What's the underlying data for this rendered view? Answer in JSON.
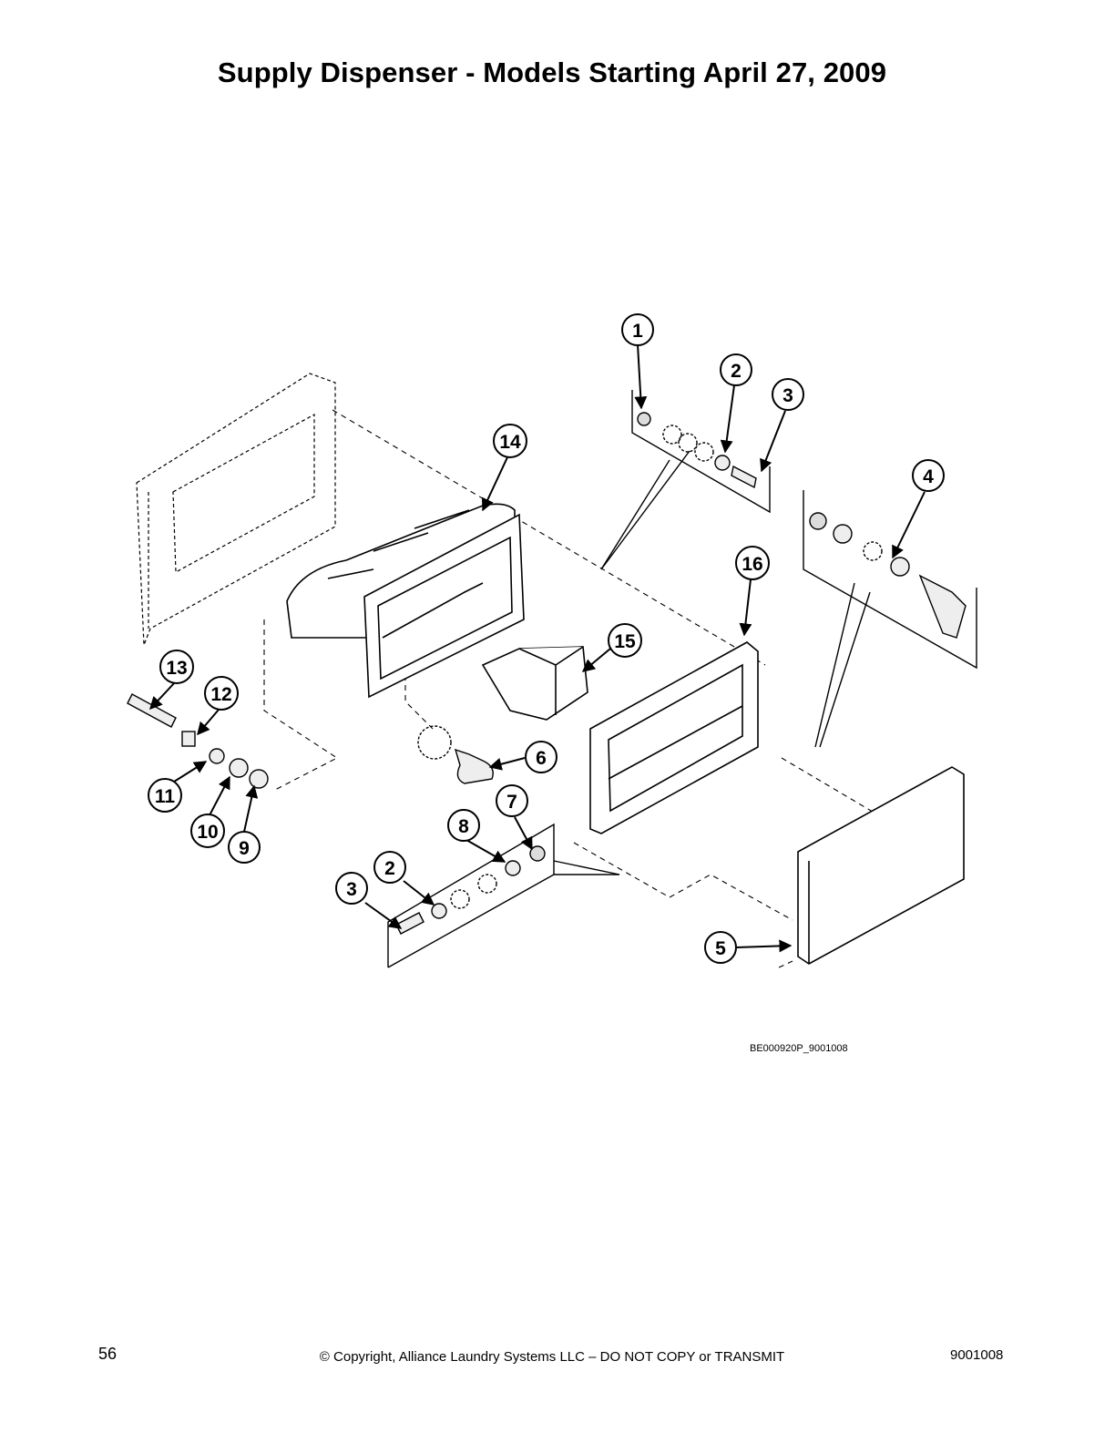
{
  "title": "Supply Dispenser - Models Starting April 27, 2009",
  "drawing_id": "BE000920P_9001008",
  "footer": {
    "page_number": "56",
    "copyright": "© Copyright, Alliance Laundry Systems LLC – DO NOT COPY or TRANSMIT",
    "document_number": "9001008"
  },
  "callouts": [
    {
      "label": "1"
    },
    {
      "label": "2"
    },
    {
      "label": "3"
    },
    {
      "label": "14"
    },
    {
      "label": "4"
    },
    {
      "label": "16"
    },
    {
      "label": "15"
    },
    {
      "label": "13"
    },
    {
      "label": "12"
    },
    {
      "label": "11"
    },
    {
      "label": "10"
    },
    {
      "label": "9"
    },
    {
      "label": "6"
    },
    {
      "label": "7"
    },
    {
      "label": "8"
    },
    {
      "label": "2"
    },
    {
      "label": "3"
    },
    {
      "label": "5"
    }
  ]
}
